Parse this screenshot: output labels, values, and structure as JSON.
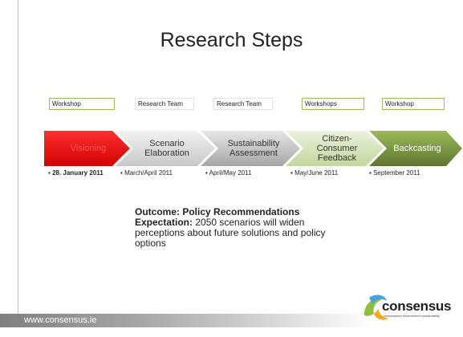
{
  "title": "Research Steps",
  "labels": [
    "Workshop",
    "Research Team",
    "Research Team",
    "Workshops",
    "Workshop"
  ],
  "steps": [
    {
      "text": "Visioning",
      "color": "#ff0000",
      "text_color": "#ff3333"
    },
    {
      "text": "Scenario Elaboration",
      "color": "#d9d9d9",
      "text_color": "#333333"
    },
    {
      "text": "Sustainability Assessment",
      "color": "#bfbfbf",
      "text_color": "#333333"
    },
    {
      "text": "Citizen-Consumer Feedback",
      "color": "#d7e4bd",
      "text_color": "#333333"
    },
    {
      "text": "Backcasting",
      "color": "#77933c",
      "text_color": "#ffffff"
    }
  ],
  "dates": [
    "28. January 2011",
    "March/April 2011",
    "April/May 2011",
    "May/June 2011",
    "September 2011"
  ],
  "outcome": {
    "line1": "Outcome: Policy Recommendations",
    "expectation_label": "Expectation:",
    "expectation_text": " 2050 scenarios will widen perceptions about future solutions and policy options"
  },
  "footer": {
    "url": "www.consensus.ie"
  },
  "logo": {
    "word": "consensus",
    "tagline": "consumption environment sustainability"
  }
}
